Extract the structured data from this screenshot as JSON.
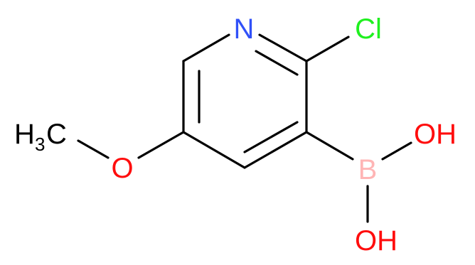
{
  "molecule": {
    "atoms": {
      "nitrogen": {
        "label": "N",
        "color": "#3050f8"
      },
      "chlorine": {
        "label": "Cl",
        "color": "#1ff01f"
      },
      "oxygen_methoxy": {
        "label": "O",
        "color": "#ff0d0d"
      },
      "boron": {
        "label": "B",
        "color": "#ffb5b5"
      },
      "hydroxyl_top": {
        "label": "OH",
        "color": "#ff0d0d"
      },
      "hydroxyl_bottom": {
        "label": "OH",
        "color": "#ff0d0d"
      },
      "methyl": {
        "h": "H",
        "subscript": "3",
        "c": "C",
        "color": "#000000"
      }
    },
    "bond_color": "#000000"
  }
}
